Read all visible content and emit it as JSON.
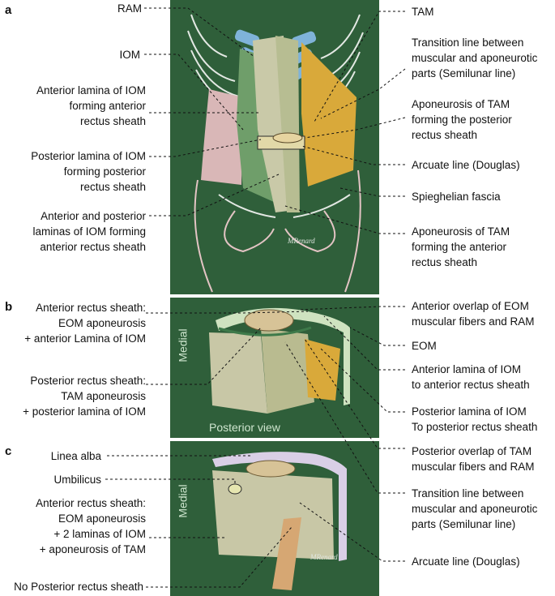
{
  "panels": {
    "a": "a",
    "b": "b",
    "c": "c"
  },
  "a": {
    "left": {
      "ram": "RAM",
      "iom": "IOM",
      "ant_lamina": "Anterior lamina of IOM\nforming anterior\nrectus sheath",
      "post_lamina": "Posterior lamina of IOM\nforming posterior\nrectus sheath",
      "ant_post": "Anterior and posterior\nlaminas of IOM forming\nanterior rectus sheath"
    },
    "right": {
      "tam": "TAM",
      "transition": "Transition line between\nmuscular and aponeurotic\nparts (Semilunar line)",
      "apo_post": "Aponeurosis of TAM\nforming the posterior\nrectus sheath",
      "arcuate": "Arcuate line (Douglas)",
      "spieghelian": "Spieghelian fascia",
      "apo_ant": "Aponeurosis of TAM\nforming the anterior\nrectus sheath"
    },
    "signature": "MRenard"
  },
  "b": {
    "left": {
      "ant_sheath": "Anterior rectus sheath:\nEOM aponeurosis\n+ anterior Lamina of IOM",
      "post_sheath": "Posterior rectus sheath:\nTAM aponeurosis\n+ posterior lamina of IOM"
    },
    "right": {
      "ant_overlap": "Anterior overlap of EOM\nmuscular fibers and RAM",
      "eom": "EOM",
      "ant_lamina": "Anterior lamina of IOM\nto anterior rectus sheath",
      "post_lamina": "Posterior lamina of IOM\nTo posterior rectus sheath",
      "post_overlap": "Posterior overlap of TAM\nmuscular fibers and RAM",
      "transition": "Transition line between\nmuscular and aponeurotic\nparts (Semilunar line)"
    },
    "medial": "Medial",
    "posterior_view": "Posterior view"
  },
  "c": {
    "left": {
      "linea_alba": "Linea alba",
      "umbilicus": "Umbilicus",
      "ant_sheath": "Anterior rectus sheath:\nEOM aponeurosis\n+ 2 laminas of IOM\n+ aponeurosis of TAM",
      "no_post": "No Posterior rectus sheath"
    },
    "right": {
      "arcuate": "Arcuate line (Douglas)"
    },
    "medial": "Medial",
    "signature": "MRenard"
  },
  "colors": {
    "board": "#2f5f3a",
    "board_dark": "#285232",
    "chalk": "#e9e9df",
    "rectus": "#c9c9a8",
    "iom": "#6f9e6a",
    "tam": "#d9a93a",
    "eom": "#d9b7b7",
    "rib": "#7fb3d9"
  }
}
